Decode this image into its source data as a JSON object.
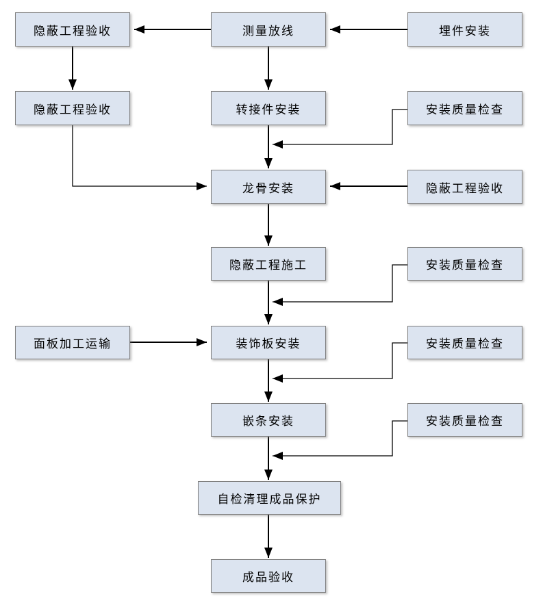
{
  "diagram": {
    "title": "curtain-wall-panel-installation-process-flowchart",
    "colors": {
      "background": "#ffffff",
      "node_fill": "#dce4f0",
      "node_border": "#7f7f7f",
      "arrow": "#000000",
      "text": "#000000"
    },
    "nodes": [
      {
        "id": "concealed-work-acceptance-1",
        "label": "隐蔽工程验收"
      },
      {
        "id": "measurement-setting-out",
        "label": "测量放线"
      },
      {
        "id": "embedded-parts-installation",
        "label": "埋件安装"
      },
      {
        "id": "concealed-work-acceptance-2",
        "label": "隐蔽工程验收"
      },
      {
        "id": "adapter-installation",
        "label": "转接件安装"
      },
      {
        "id": "installation-quality-check-1",
        "label": "安装质量检查"
      },
      {
        "id": "keel-installation",
        "label": "龙骨安装"
      },
      {
        "id": "concealed-work-acceptance-3",
        "label": "隐蔽工程验收"
      },
      {
        "id": "concealed-work-construction",
        "label": "隐蔽工程施工"
      },
      {
        "id": "installation-quality-check-2",
        "label": "安装质量检查"
      },
      {
        "id": "panel-processing-transport",
        "label": "面板加工运输"
      },
      {
        "id": "decorative-panel-installation",
        "label": "装饰板安装"
      },
      {
        "id": "installation-quality-check-3",
        "label": "安装质量检查"
      },
      {
        "id": "inlay-strip-installation",
        "label": "嵌条安装"
      },
      {
        "id": "installation-quality-check-4",
        "label": "安装质量检查"
      },
      {
        "id": "self-check-cleaning-product-protection",
        "label": "自检清理成品保护"
      },
      {
        "id": "finished-product-acceptance",
        "label": "成品验收"
      }
    ],
    "edges": [
      {
        "from": "embedded-parts-installation",
        "to": "measurement-setting-out"
      },
      {
        "from": "measurement-setting-out",
        "to": "concealed-work-acceptance-1"
      },
      {
        "from": "concealed-work-acceptance-1",
        "to": "concealed-work-acceptance-2"
      },
      {
        "from": "measurement-setting-out",
        "to": "adapter-installation"
      },
      {
        "from": "adapter-installation",
        "to": "keel-installation"
      },
      {
        "from": "installation-quality-check-1",
        "to": "adapter-installation–keel-installation-link"
      },
      {
        "from": "concealed-work-acceptance-2",
        "to": "keel-installation"
      },
      {
        "from": "concealed-work-acceptance-3",
        "to": "keel-installation"
      },
      {
        "from": "keel-installation",
        "to": "concealed-work-construction"
      },
      {
        "from": "installation-quality-check-2",
        "to": "concealed-work-construction–decorative-panel-installation-link"
      },
      {
        "from": "concealed-work-construction",
        "to": "decorative-panel-installation"
      },
      {
        "from": "panel-processing-transport",
        "to": "decorative-panel-installation"
      },
      {
        "from": "installation-quality-check-3",
        "to": "decorative-panel-installation–inlay-strip-installation-link"
      },
      {
        "from": "decorative-panel-installation",
        "to": "inlay-strip-installation"
      },
      {
        "from": "installation-quality-check-4",
        "to": "inlay-strip-installation–self-check-link"
      },
      {
        "from": "inlay-strip-installation",
        "to": "self-check-cleaning-product-protection"
      },
      {
        "from": "self-check-cleaning-product-protection",
        "to": "finished-product-acceptance"
      }
    ]
  }
}
